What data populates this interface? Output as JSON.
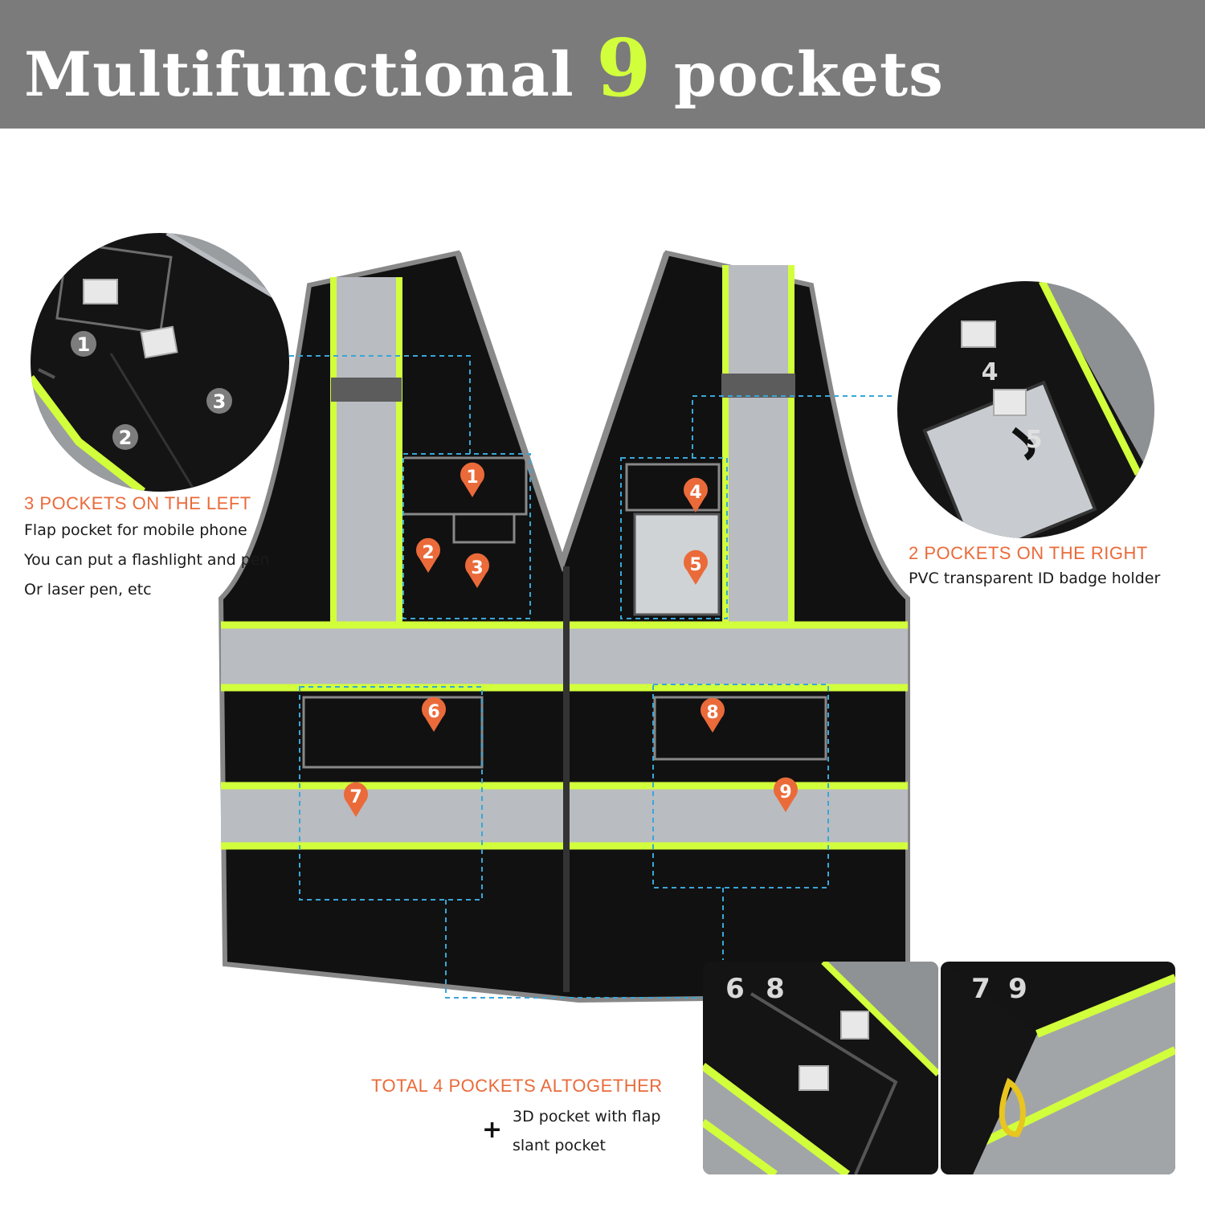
{
  "banner": {
    "title_prefix": "Multifunctional",
    "title_number": "9",
    "title_suffix": "pockets"
  },
  "left": {
    "heading": "3 POCKETS ON THE LEFT",
    "lines": [
      "Flap pocket for mobile phone",
      "You can put a flashlight and pen",
      "Or laser pen, etc"
    ]
  },
  "right": {
    "heading": "2 POCKETS ON THE RIGHT",
    "lines": [
      "PVC transparent ID badge holder"
    ]
  },
  "bottom": {
    "heading": "TOTAL 4 POCKETS ALTOGETHER",
    "plus": "+",
    "lines": [
      "3D  pocket  with flap",
      "slant pocket"
    ]
  },
  "markers": [
    "1",
    "2",
    "3",
    "4",
    "5",
    "6",
    "7",
    "8",
    "9"
  ],
  "closeups": {
    "left_labels": [
      "1",
      "2",
      "3"
    ],
    "right_labels": [
      "4",
      "5"
    ],
    "bottom_left_labels": [
      "6",
      "8"
    ],
    "bottom_right_labels": [
      "7",
      "9"
    ]
  },
  "colors": {
    "banner": "#7b7b7b",
    "accent_yellow": "#d2ff3c",
    "orange": "#ea6a3a",
    "vest_black": "#111111",
    "reflective_gray": "#b9bcc0",
    "dash_blue": "#3aa6d8"
  }
}
